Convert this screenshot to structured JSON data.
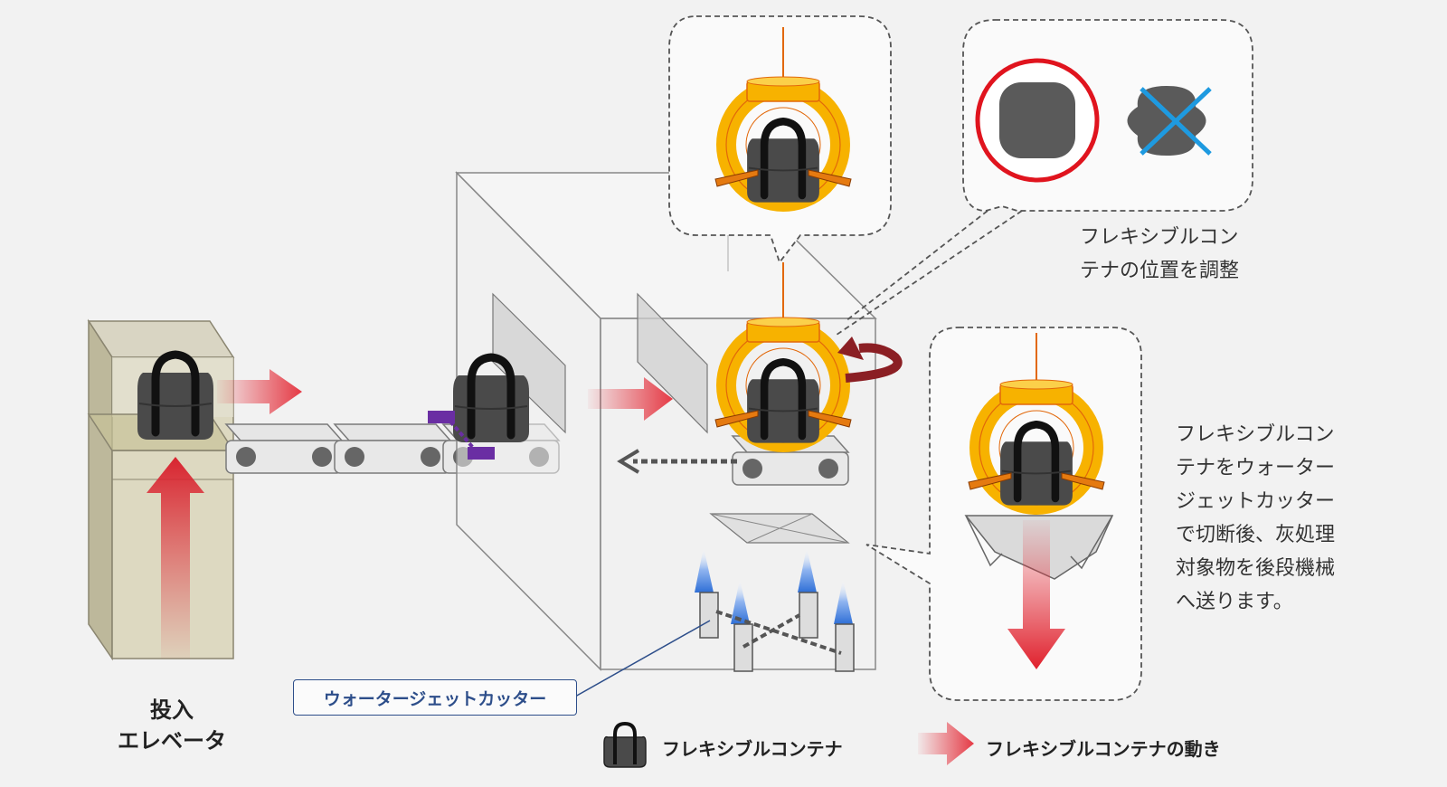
{
  "labels": {
    "adjust": [
      "フレキシブルコン",
      "テナの位置を調整"
    ],
    "cut": [
      "フレキシブルコン",
      "テナをウォーター",
      "ジェットカッター",
      "で切断後、灰処理",
      "対象物を後段機械",
      "へ送ります。"
    ],
    "elevator": [
      "投入",
      "エレベータ"
    ],
    "waterjet": "ウォータージェットカッター"
  },
  "legend": {
    "container": "フレキシブルコンテナ",
    "movement": "フレキシブルコンテナの動き"
  },
  "colors": {
    "arrow": "#e53a45",
    "gripper": "#f7b200",
    "container": "#4a4a4a",
    "ok_ring": "#e0141e",
    "ng_cross": "#1e9ae0",
    "pusher": "#6a2ea3",
    "waterjet_label": "#2d4e8a"
  },
  "icons": [
    "container-icon",
    "red-arrow-icon",
    "rotation-arrow-icon",
    "ok-circle-icon",
    "ng-cross-icon"
  ]
}
